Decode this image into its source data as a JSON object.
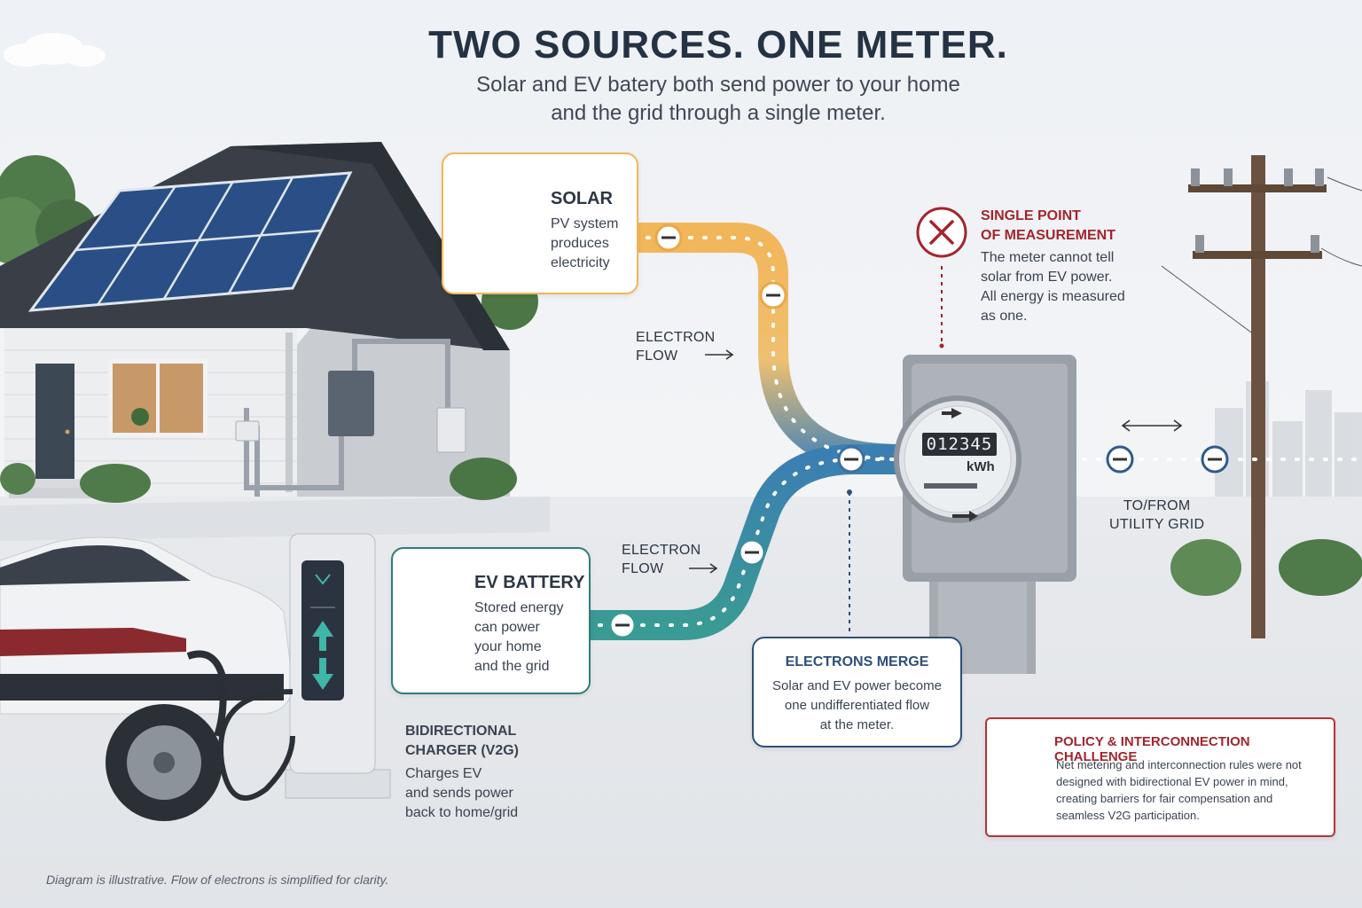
{
  "title": "TWO SOURCES. ONE METER.",
  "subtitle_line1": "Solar and EV batery both send power to your home",
  "subtitle_line2": "and the grid through a single meter.",
  "solar": {
    "title": "SOLAR",
    "body": "PV system\nproduces\nelectricity"
  },
  "ev_battery": {
    "title": "EV BATTERY",
    "body": "Stored energy\ncan power\nyour home\nand the grid"
  },
  "electron_flow_top": "ELECTRON\nFLOW",
  "electron_flow_bottom": "ELECTRON\nFLOW",
  "single_point": {
    "title": "SINGLE POINT\nOF MEASUREMENT",
    "body": "The meter cannot tell\nsolar from EV power.\nAll energy is measured\nas one."
  },
  "meter": {
    "reading": "012345",
    "unit": "kWh"
  },
  "grid_label": "TO/FROM\nUTILITY GRID",
  "electrons_merge": {
    "title": "ELECTRONS MERGE",
    "body": "Solar and EV power become\none undifferentiated flow\nat the meter."
  },
  "charger": {
    "title": "BIDIRECTIONAL\nCHARGER (V2G)",
    "body": "Charges EV\nand sends power\nback to home/grid"
  },
  "policy": {
    "title": "POLICY & INTERCONNECTION CHALLENGE",
    "body": "Net metering and interconnection rules were not\ndesigned with bidirectional EV power in mind,\ncreating barriers for fair compensation and\nseamless V2G participation."
  },
  "footnote": "Diagram is illustrative. Flow of electrons is simplified for clarity.",
  "colors": {
    "solar_flow": "#f2b65a",
    "ev_flow": "#3d8aa0",
    "grid_flow": "#2f5a8f",
    "warning_red": "#b8323a",
    "merge_blue": "#2e4f7a"
  }
}
